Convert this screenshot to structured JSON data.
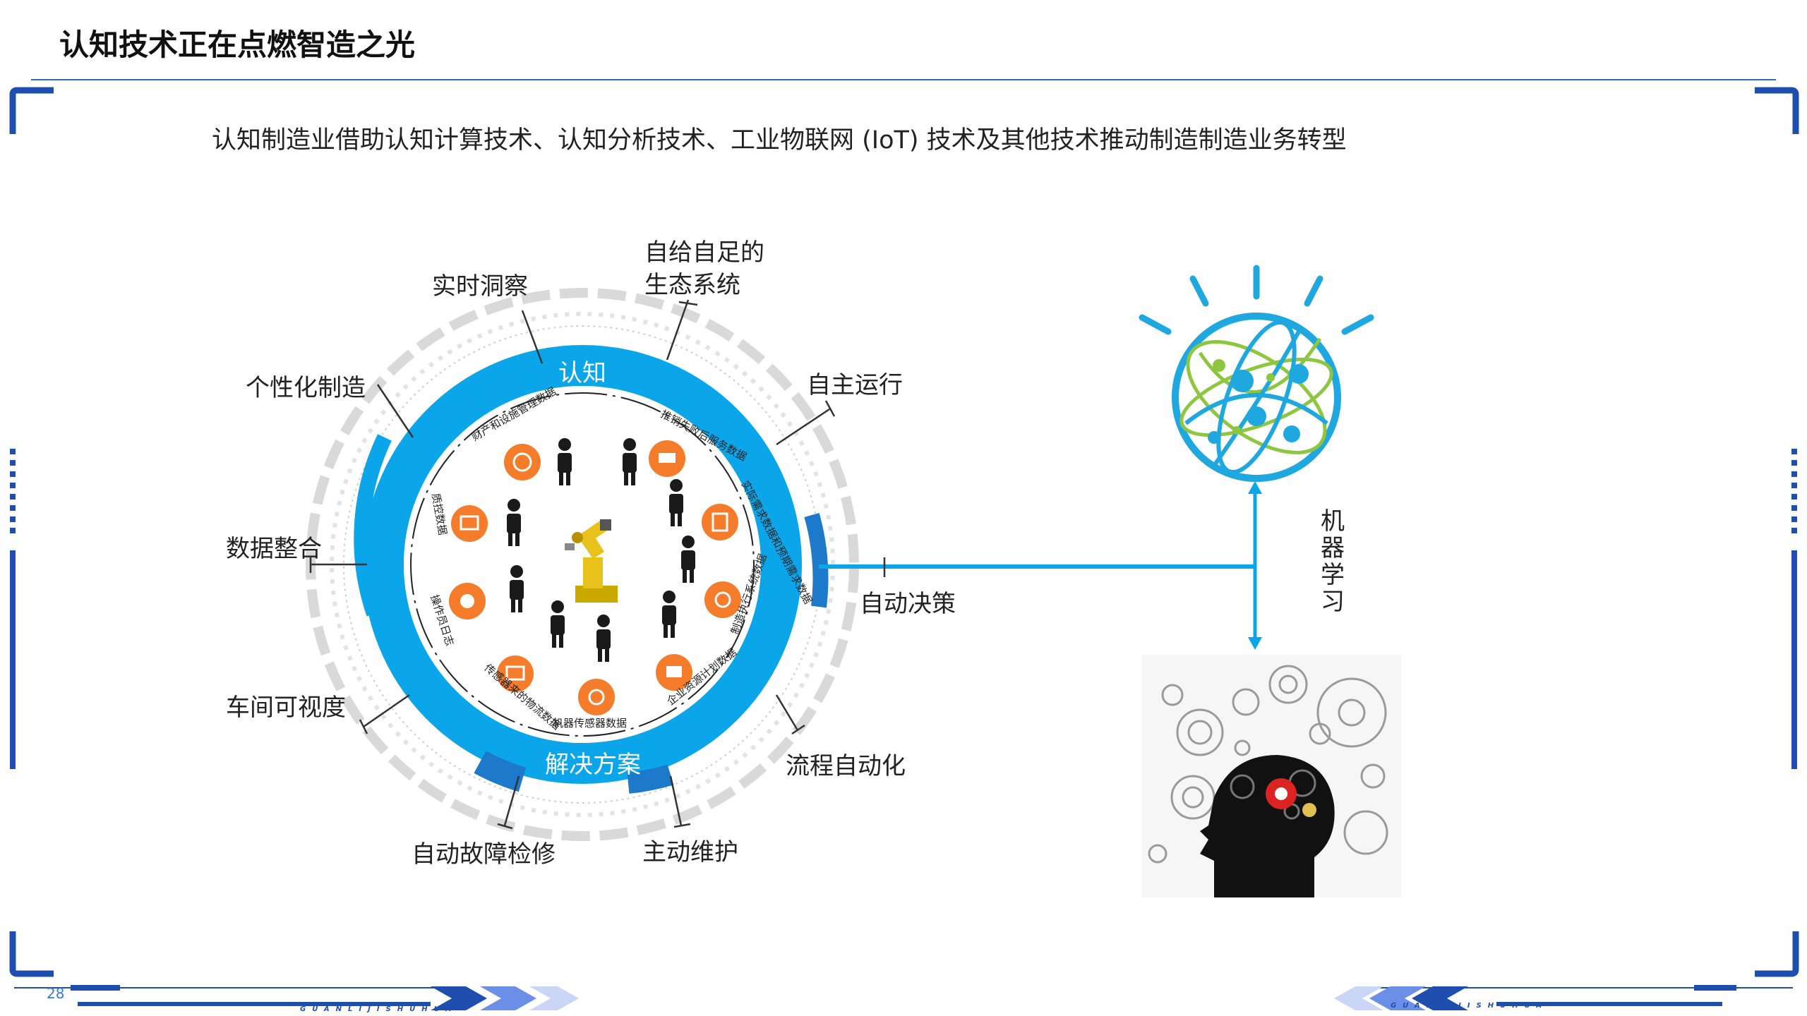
{
  "page": {
    "title": "认知技术正在点燃智造之光",
    "subtitle": "认知制造业借助认知计算技术、认知分析技术、工业物联网 (IoT) 技术及其他技术推动制造制造业务转型",
    "page_number": "28",
    "footer_brand": "GUANLIJISHUHUA"
  },
  "diagram": {
    "ring_top_label": "认知",
    "ring_bottom_label": "解决方案",
    "outer_labels": {
      "realtime": "实时洞察",
      "ecosystem_line1": "自给自足的",
      "ecosystem_line2": "生态系统",
      "personalized": "个性化制造",
      "autonomous": "自主运行",
      "integration": "数据整合",
      "decision": "自动决策",
      "visibility": "车间可视度",
      "process": "流程自动化",
      "repair": "自动故障检修",
      "maintenance": "主动维护"
    },
    "inner_labels": {
      "asset": "财产和设施管理数据",
      "sales": "推销失败后服务数据",
      "quality": "质控数据",
      "demand": "实际需求数据和预期需求数据",
      "operator": "操作员日志",
      "mes": "制造执行系统数据",
      "logistics": "传感器来的物流数据",
      "sensor": "机器传感器数据",
      "erp": "企业资源计划数据"
    },
    "ml_label": "机器学习"
  },
  "colors": {
    "ring_blue": "#0ba5e9",
    "dark_blue": "#1d79c9",
    "icon_orange": "#f47c2a",
    "navy": "#1e4fae",
    "green": "#8dc63f"
  }
}
